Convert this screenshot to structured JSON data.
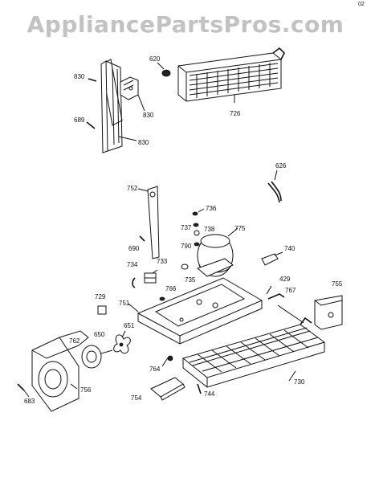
{
  "watermark": "AppliancePartsPros.com",
  "corner_mark": "02",
  "parts": {
    "p830a": "830",
    "p830b": "830",
    "p830c": "830",
    "p620": "620",
    "p726": "726",
    "p689": "689",
    "p626": "626",
    "p752": "752",
    "p736": "736",
    "p737": "737",
    "p738": "738",
    "p790": "790",
    "p775": "775",
    "p690": "690",
    "p740": "740",
    "p734": "734",
    "p733": "733",
    "p735": "735",
    "p766": "766",
    "p429": "429",
    "p767": "767",
    "p755": "755",
    "p729": "729",
    "p751": "751",
    "p651": "651",
    "p650": "650",
    "p762": "762",
    "p764": "764",
    "p756": "756",
    "p683": "683",
    "p754": "754",
    "p744": "744",
    "p730": "730"
  }
}
